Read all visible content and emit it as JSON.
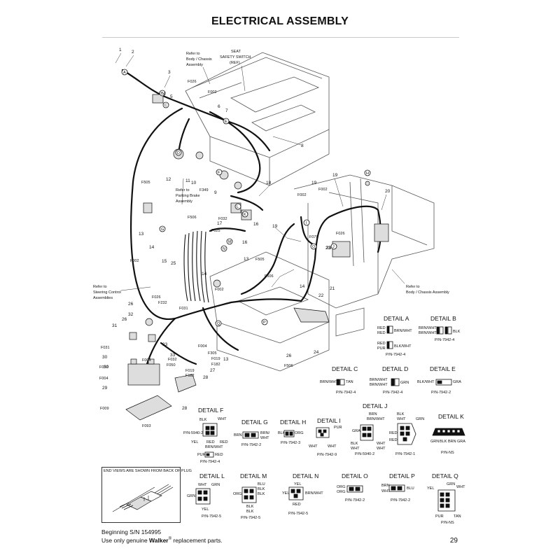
{
  "title": "ELECTRICAL ASSEMBLY",
  "footer": {
    "serial": "Beginning S/N 154995",
    "note_prefix": "Use only genuine ",
    "brand": "Walker",
    "reg": "®",
    "note_suffix": " replacement parts.",
    "page_number": "29"
  },
  "callouts": {
    "body_chassis_top": [
      "Refer to",
      "Body / Chassis",
      "Assembly"
    ],
    "seat_switch": [
      "SEAT",
      "SAFETY SWITCH",
      "(REF)"
    ],
    "parking_brake": [
      "Refer to",
      "Parking Brake",
      "Assembly"
    ],
    "steering_control": [
      "Refer to",
      "Steering Control",
      "Assemblies"
    ],
    "body_chassis_right": [
      "Refer to",
      "Body / Chassis Assembly"
    ]
  },
  "part_numbers": [
    "1",
    "2",
    "3",
    "4",
    "5",
    "6",
    "7",
    "8",
    "9",
    "10",
    "11",
    "12",
    "13",
    "14",
    "15",
    "16",
    "17",
    "18",
    "19",
    "20",
    "21",
    "22",
    "23",
    "24",
    "25",
    "26",
    "27",
    "28",
    "29",
    "30",
    "31",
    "32",
    "33"
  ],
  "fasteners": [
    "F002",
    "F004",
    "F009",
    "F019",
    "F025",
    "F026",
    "F031",
    "F032",
    "F050",
    "F079",
    "F093",
    "F129",
    "F182",
    "F232",
    "F305",
    "F349",
    "F505",
    "F506"
  ],
  "letters": [
    "A",
    "B",
    "C",
    "D",
    "E",
    "F",
    "G",
    "H",
    "I",
    "J",
    "K",
    "L",
    "M",
    "N",
    "O",
    "P",
    "Q"
  ],
  "end_views_note": "END VIEWS ARE SHOWN FROM BACK OF PLUG",
  "details": {
    "A": {
      "title": "DETAIL A",
      "wires": [
        "RED",
        "RED",
        "BRN/WHT",
        "RED",
        "PUR",
        "BLK/WHT"
      ],
      "pn": "P/N-7942-4"
    },
    "B": {
      "title": "DETAIL B",
      "wires": [
        "BRN/WHT",
        "BRN/WHT",
        "BLK"
      ],
      "pn": "P/N-7942-4"
    },
    "C": {
      "title": "DETAIL C",
      "wires": [
        "BRN/WHT",
        "TAN"
      ],
      "pn": "P/N-7942-4"
    },
    "D": {
      "title": "DETAIL D",
      "wires": [
        "BRN/WHT",
        "BRN/WHT",
        "GRN"
      ],
      "pn": "P/N-7942-4"
    },
    "E": {
      "title": "DETAIL E",
      "wires": [
        "BLK/WHT",
        "GRA"
      ],
      "pn": "P/N-7942-2"
    },
    "F": {
      "title": "DETAIL F",
      "wires": [
        "BLK",
        "WHT",
        "YEL",
        "RED",
        "RED",
        "BRN/WHT"
      ],
      "pn": "P/N-5940-2",
      "sub_wires": [
        "PUR",
        "RED"
      ],
      "sub_pn": "P/N-7942-4"
    },
    "G": {
      "title": "DETAIL G",
      "wires": [
        "BRN",
        "BRN/",
        "WHT"
      ],
      "pn": "P/N-7942-2"
    },
    "H": {
      "title": "DETAIL H",
      "wires": [
        "BLK",
        "ORG"
      ],
      "pn": "P/N-7942-3"
    },
    "I": {
      "title": "DETAIL I",
      "wires": [
        "PUR",
        "WHT",
        "WHT"
      ],
      "pn": "P/N-7942-9"
    },
    "J": {
      "title": "DETAIL J",
      "wires": [
        "BRN",
        "BRN/WHT",
        "GRA",
        "BLK",
        "WHT",
        "WHT"
      ],
      "pn": "P/N-5940-2",
      "wires2": [
        "BLK",
        "WHT",
        "GRN",
        "RED",
        "RED"
      ],
      "pn2": "P/N-7942-1"
    },
    "K": {
      "title": "DETAIL K",
      "wires": [
        "GRN",
        "BLK",
        "BRN",
        "GRA"
      ],
      "pn": "P/N-NS"
    },
    "L": {
      "title": "DETAIL L",
      "wires": [
        "WHT",
        "GRN",
        "GRN",
        "YEL"
      ],
      "pn": "P/N-7942-5"
    },
    "M": {
      "title": "DETAIL M",
      "wires": [
        "BLU",
        "BLK",
        "BLK",
        "ORG",
        "BLK",
        "BLK"
      ],
      "pn": "P/N-7942-5"
    },
    "N": {
      "title": "DETAIL N",
      "wires": [
        "YEL",
        "BRN/WHT",
        "RED"
      ],
      "pn": "P/N-7942-5"
    },
    "O": {
      "title": "DETAIL O",
      "wires": [
        "ORG",
        "ORG"
      ],
      "pn": "P/N-7942-2"
    },
    "P": {
      "title": "DETAIL P",
      "wires": [
        "BRN",
        "BLU",
        "WHT"
      ],
      "pn": "P/N-7942-2"
    },
    "Q": {
      "title": "DETAIL Q",
      "wires": [
        "YEL",
        "GRN",
        "WHT",
        "PUR",
        "TAN"
      ],
      "pn": "P/N-NS"
    }
  }
}
